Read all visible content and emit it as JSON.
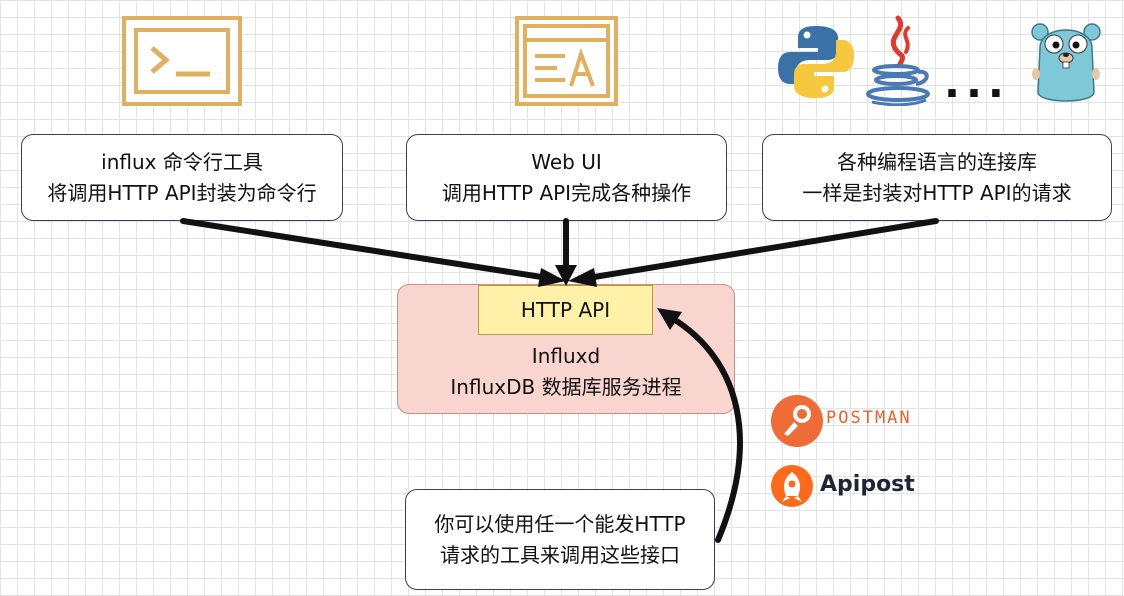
{
  "nodes": {
    "cli": {
      "line1": "influx 命令行工具",
      "line2": "将调用HTTP API封装为命令行"
    },
    "webui": {
      "line1": "Web UI",
      "line2": "调用HTTP API完成各种操作"
    },
    "libs": {
      "line1": "各种编程语言的连接库",
      "line2": "一样是封装对HTTP API的请求"
    },
    "api": {
      "label": "HTTP API"
    },
    "core": {
      "line1": "Influxd",
      "line2": "InfluxDB 数据库服务进程"
    },
    "tools": {
      "line1": "你可以使用任一个能发HTTP",
      "line2": "请求的工具来调用这些接口"
    }
  },
  "logos": {
    "ellipsis": "...",
    "postman": "POSTMAN",
    "apipost": "Apipost"
  },
  "icons": [
    "terminal-icon",
    "web-ui-icon",
    "python-logo",
    "java-logo",
    "go-gopher-logo",
    "postman-logo",
    "apipost-logo"
  ],
  "colors": {
    "icon_stroke": "#e0b060",
    "core_fill": "#f9d5d0",
    "api_fill": "#fff2a8",
    "arrow": "#111111"
  }
}
